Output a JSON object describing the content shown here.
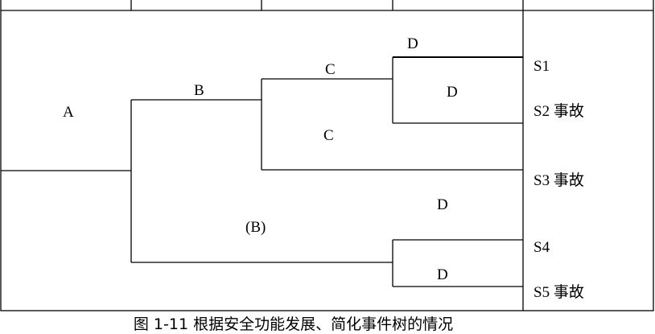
{
  "labels": {
    "a": "A",
    "b": "B",
    "b_failure": "(B)",
    "c_upper": "C",
    "c_lower": "C",
    "d_top": "D",
    "d_mid": "D",
    "d_right": "D",
    "d_bottom": "D"
  },
  "outcomes": {
    "s1": "S1",
    "s2": "S2 事故",
    "s3": "S3 事故",
    "s4": "S4",
    "s5": "S5 事故"
  },
  "caption": "图 1-11 根据安全功能发展、简化事件树的情况"
}
